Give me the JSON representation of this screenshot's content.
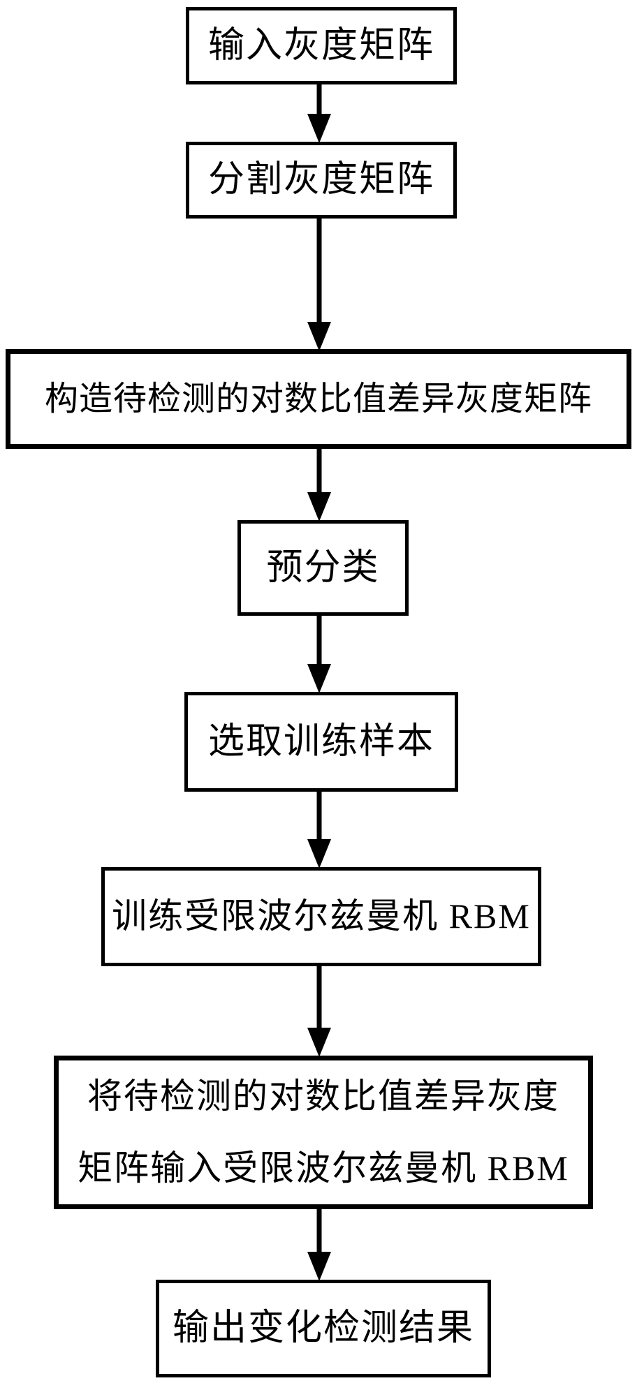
{
  "figure": {
    "type": "flowchart",
    "direction": "top-down",
    "background_color": "#ffffff",
    "line_color": "#000000",
    "text_color": "#000000"
  },
  "flowchart": {
    "nodes": [
      {
        "id": 1,
        "label": "输入灰度矩阵"
      },
      {
        "id": 2,
        "label": "分割灰度矩阵"
      },
      {
        "id": 3,
        "label": "构造待检测的对数比值差异灰度矩阵"
      },
      {
        "id": 4,
        "label": "预分类"
      },
      {
        "id": 5,
        "label": "选取训练样本"
      },
      {
        "id": 6,
        "label": "训练受限波尔兹曼机 RBM"
      },
      {
        "id": 7,
        "label": "将待检测的对数比值差异灰度矩阵输入受限波尔兹曼机 RBM",
        "lines": [
          "将待检测的对数比值差异灰度",
          "矩阵输入受限波尔兹曼机 RBM"
        ]
      },
      {
        "id": 8,
        "label": "输出变化检测结果"
      }
    ],
    "edges": [
      {
        "from": 1,
        "to": 2
      },
      {
        "from": 2,
        "to": 3
      },
      {
        "from": 3,
        "to": 4
      },
      {
        "from": 4,
        "to": 5
      },
      {
        "from": 5,
        "to": 6
      },
      {
        "from": 6,
        "to": 7
      },
      {
        "from": 7,
        "to": 8
      }
    ]
  }
}
